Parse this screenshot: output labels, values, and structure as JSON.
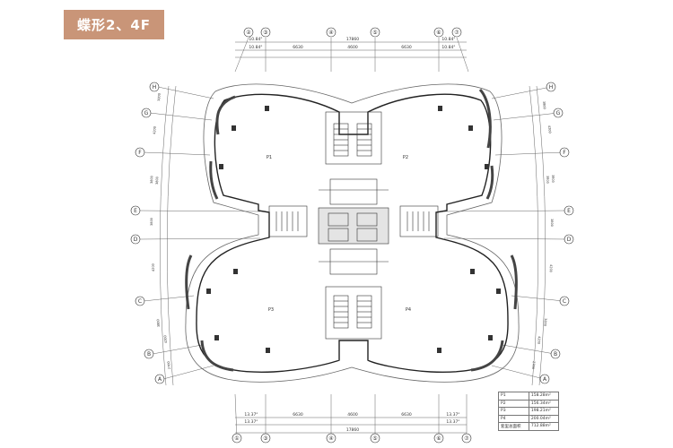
{
  "title": "蝶形2、4F",
  "axes": {
    "top": [
      "②",
      "③",
      "④",
      "⑤",
      "⑥",
      "⑦"
    ],
    "bottom": [
      "①",
      "③",
      "④",
      "⑤",
      "⑥",
      "⑦"
    ],
    "left": [
      "H",
      "G",
      "F",
      "E",
      "D",
      "C",
      "B",
      "A"
    ],
    "right": [
      "H",
      "G",
      "F",
      "E",
      "D",
      "C",
      "B",
      "A"
    ]
  },
  "dimensions": {
    "top_total": "17860",
    "top_segments": [
      "6630",
      "4600",
      "6630"
    ],
    "top_small_left": [
      "10.84°",
      "10.84°"
    ],
    "top_small_right": [
      "10.84°",
      "10.84°"
    ],
    "bottom_total": "17860",
    "bottom_segments": [
      "6630",
      "4600",
      "6630"
    ],
    "bottom_small_left": [
      "13.37°",
      "13.37°"
    ],
    "bottom_small_right": [
      "13.37°",
      "13.37°"
    ],
    "left_side": [
      "3800",
      "4200",
      "3800",
      "3800",
      "3800",
      "4200",
      "3800",
      "4200",
      "2700"
    ],
    "right_side": [
      "3800",
      "4200",
      "3800",
      "3800",
      "3800",
      "4200",
      "3800",
      "4200",
      "2700"
    ]
  },
  "rooms": {
    "p1": "P1",
    "p2": "P2",
    "p3": "P3",
    "p4": "P4"
  },
  "legend": [
    {
      "label": "P1",
      "value": "158.28m²"
    },
    {
      "label": "P2",
      "value": "156.34m²"
    },
    {
      "label": "P3",
      "value": "198.21m²"
    },
    {
      "label": "P4",
      "value": "200.04m²"
    },
    {
      "label": "套里总面积",
      "value": "712.88m²"
    }
  ]
}
